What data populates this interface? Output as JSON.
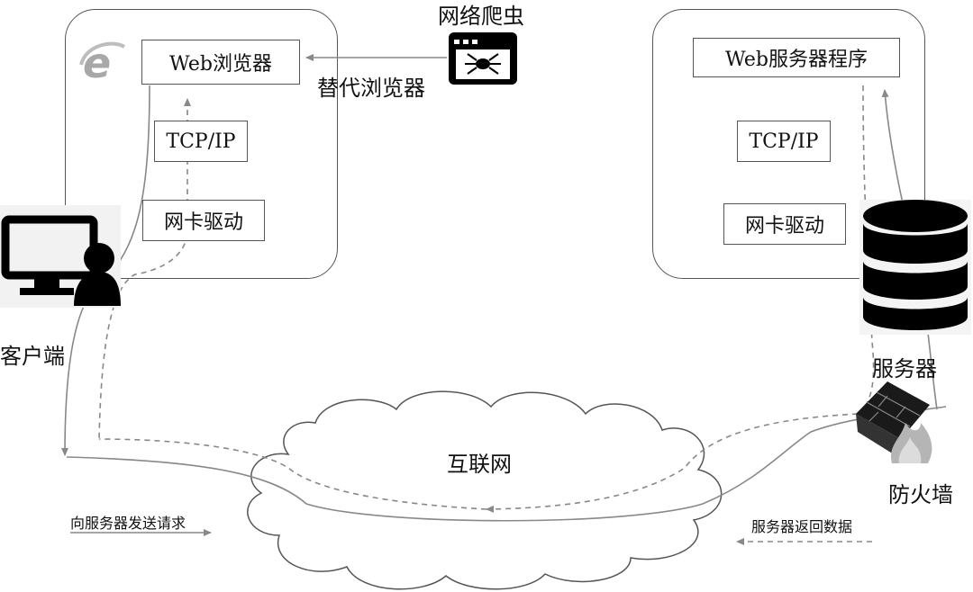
{
  "client": {
    "browser_label": "Web浏览器",
    "tcp_label": "TCP/IP",
    "nic_label": "网卡驱动",
    "caption": "客户端",
    "browser_icon": "ie-logo-icon",
    "device_icon": "monitor-user-icon"
  },
  "crawler": {
    "title": "网络爬虫",
    "subtitle": "替代浏览器",
    "icon": "spider-window-icon"
  },
  "server": {
    "program_label": "Web服务器程序",
    "tcp_label": "TCP/IP",
    "nic_label": "网卡驱动",
    "caption": "服务器",
    "icon": "database-stack-icon"
  },
  "firewall": {
    "caption": "防火墙",
    "icon": "firewall-icon"
  },
  "network": {
    "label": "互联网"
  },
  "legend": {
    "request_label": "向服务器发送请求",
    "response_label": "服务器返回数据"
  }
}
